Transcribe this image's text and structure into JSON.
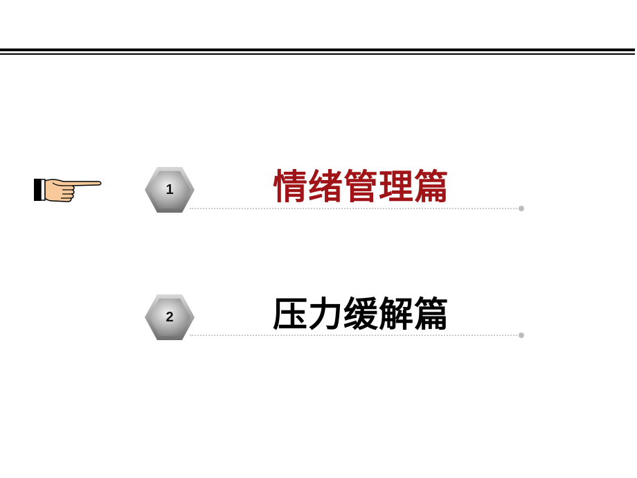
{
  "sections": [
    {
      "number": "1",
      "title": "情绪管理篇",
      "title_color": "#a01418",
      "active": true
    },
    {
      "number": "2",
      "title": "压力缓解篇",
      "title_color": "#000000",
      "active": false
    }
  ],
  "icons": {
    "pointer": "pointing-hand-icon",
    "badge": "hexagon-badge-icon"
  },
  "colors": {
    "active_title": "#a01418",
    "inactive_title": "#000000",
    "rule": "#000000",
    "dotted_line": "#c8c8c8"
  }
}
